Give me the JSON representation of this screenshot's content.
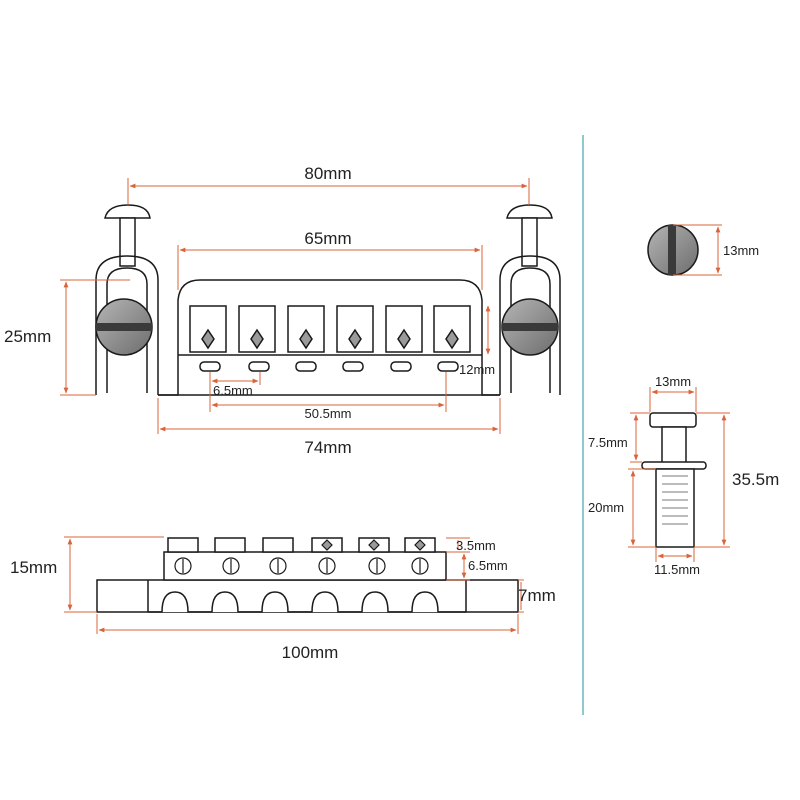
{
  "colors": {
    "dimension_line": "#d9643a",
    "outline": "#1a1a1a",
    "divider": "#8fc8cf",
    "screw_fill": "#8e8e8e"
  },
  "top_view": {
    "width_80": "80mm",
    "width_65": "65mm",
    "height_25": "25mm",
    "height_12": "12mm",
    "spacing_6_5": "6.5mm",
    "span_50_5": "50.5mm",
    "width_74": "74mm"
  },
  "side_view": {
    "height_15": "15mm",
    "saddle_3_5": "3.5mm",
    "body_6_5": "6.5mm",
    "base_7": "7mm",
    "length_100": "100mm"
  },
  "stud_top": {
    "diameter_13": "13mm"
  },
  "stud_side": {
    "head_13": "13mm",
    "head_7_5": "7.5mm",
    "total_35_5": "35.5m",
    "thread_20": "20mm",
    "thread_11_5": "11.5mm"
  }
}
